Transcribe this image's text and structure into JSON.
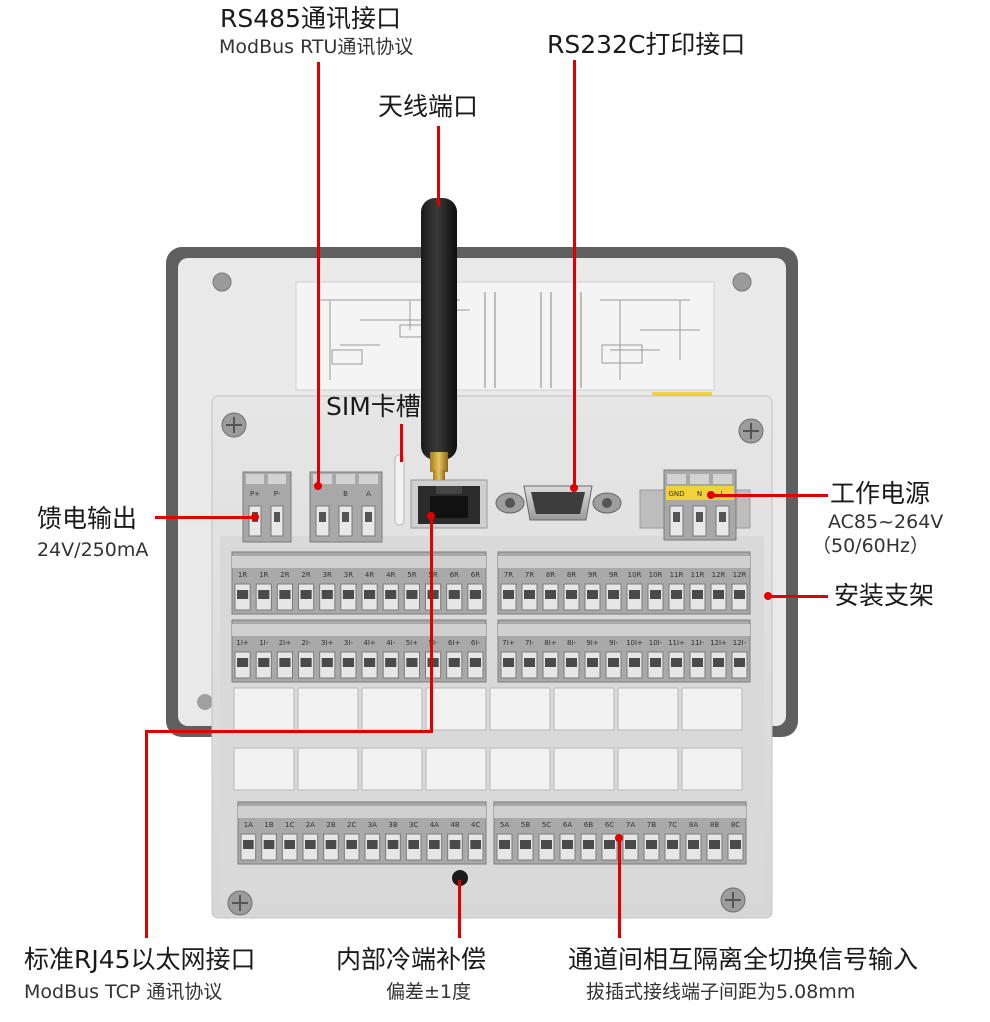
{
  "colors": {
    "leader": "#e00000",
    "bezel": "#616161",
    "body": "#dedede",
    "terminal": "#a9a9a9"
  },
  "labels": {
    "rs485_title": "RS485通讯接口",
    "rs485_sub": "ModBus RTU通讯协议",
    "rs232_title": "RS232C打印接口",
    "antenna_title": "天线端口",
    "sim_title": "SIM卡槽",
    "feed_title": "馈电输出",
    "feed_sub": "24V/250mA",
    "power_title": "工作电源",
    "power_sub1": "AC85~264V",
    "power_sub2": "（50/60Hz）",
    "bracket_title": "安装支架",
    "rj45_title": "标准RJ45以太网接口",
    "rj45_sub": "ModBus TCP 通讯协议",
    "cold_title": "内部冷端补偿",
    "cold_sub": "偏差±1度",
    "iso_title": "通道间相互隔离全切换信号输入",
    "iso_sub": "拔插式接线端子间距为5.08mm"
  },
  "terminals": {
    "feed": [
      "P+",
      "P-"
    ],
    "rs485": [
      "B",
      "A"
    ],
    "power": [
      "GND",
      "N",
      "L"
    ],
    "rowR_left": [
      "1R",
      "1R",
      "2R",
      "2R",
      "3R",
      "3R",
      "4R",
      "4R",
      "5R",
      "5R",
      "6R",
      "6R"
    ],
    "rowR_right": [
      "7R",
      "7R",
      "8R",
      "8R",
      "9R",
      "9R",
      "10R",
      "10R",
      "11R",
      "11R",
      "12R",
      "12R"
    ],
    "rowPM_left": [
      "1I+",
      "1I-",
      "2I+",
      "2I-",
      "3I+",
      "3I-",
      "4I+",
      "4I-",
      "5I+",
      "5I-",
      "6I+",
      "6I-"
    ],
    "rowPM_right": [
      "7I+",
      "7I-",
      "8I+",
      "8I-",
      "9I+",
      "9I-",
      "10I+",
      "10I-",
      "11I+",
      "11I-",
      "12I+",
      "12I-"
    ],
    "rowABC_left": [
      "1A",
      "1B",
      "1C",
      "2A",
      "2B",
      "2C",
      "3A",
      "3B",
      "3C",
      "4A",
      "4B",
      "4C"
    ],
    "rowABC_right": [
      "5A",
      "5B",
      "5C",
      "6A",
      "6B",
      "6C",
      "7A",
      "7B",
      "7C",
      "8A",
      "8B",
      "8C"
    ]
  }
}
